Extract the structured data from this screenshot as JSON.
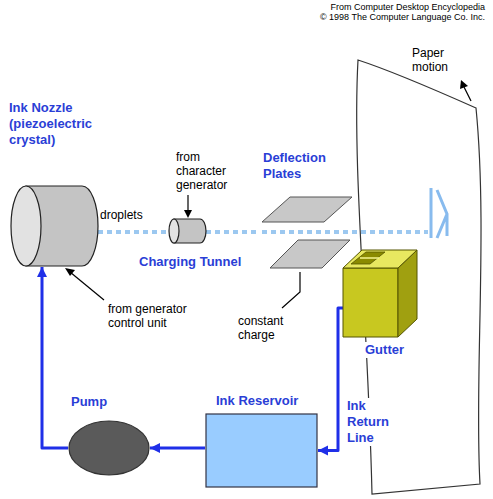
{
  "diagram": {
    "nodes": [
      {
        "text": [
          "Ink Nozzle (piezoelectric crystal)"
        ]
      },
      {
        "text": [
          "Charging Tunnel"
        ]
      },
      {
        "text": [
          "Deflection Plates"
        ]
      },
      {
        "text": [
          "Gutter"
        ]
      },
      {
        "text": [
          "Pump"
        ]
      },
      {
        "text": [
          "Ink Reservoir"
        ]
      }
    ],
    "edges": [
      {
        "from": 0,
        "to": 1,
        "arrow": "none",
        "label": "droplets"
      },
      {
        "from": 1,
        "to": 2,
        "arrow": "none"
      },
      {
        "from": 3,
        "to": 5,
        "arrow": "to",
        "label": "Ink Return Line"
      },
      {
        "from": 5,
        "to": 4,
        "arrow": "to"
      },
      {
        "from": 4,
        "to": 0,
        "arrow": "to"
      }
    ],
    "labels": [
      "From Computer Desktop Encyclopedia",
      "© 1998 The Computer Language Co. Inc.",
      "Paper motion",
      "from character generator",
      "from generator control unit",
      "constant charge"
    ]
  }
}
